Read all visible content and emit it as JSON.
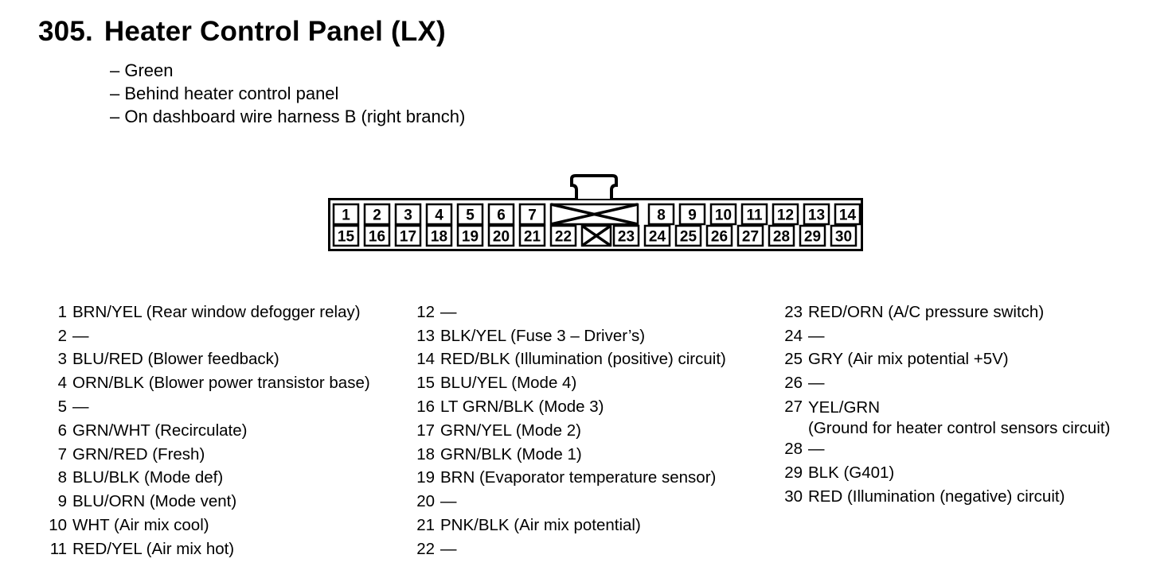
{
  "header": {
    "number": "305.",
    "title": "Heater Control Panel (LX)"
  },
  "notes": [
    "– Green",
    "– Behind heater control panel",
    "– On dashboard wire harness B (right branch)"
  ],
  "connector": {
    "top_row": [
      "1",
      "2",
      "3",
      "4",
      "5",
      "6",
      "7",
      "",
      "8",
      "9",
      "10",
      "11",
      "12",
      "13",
      "14"
    ],
    "bottom_row": [
      "15",
      "16",
      "17",
      "18",
      "19",
      "20",
      "21",
      "22",
      "",
      "23",
      "24",
      "25",
      "26",
      "27",
      "28",
      "29",
      "30"
    ]
  },
  "pins": [
    {
      "num": "1",
      "desc": "BRN/YEL (Rear window defogger relay)"
    },
    {
      "num": "2",
      "desc": "—"
    },
    {
      "num": "3",
      "desc": "BLU/RED (Blower feedback)"
    },
    {
      "num": "4",
      "desc": "ORN/BLK (Blower power transistor base)"
    },
    {
      "num": "5",
      "desc": "—"
    },
    {
      "num": "6",
      "desc": "GRN/WHT (Recirculate)"
    },
    {
      "num": "7",
      "desc": "GRN/RED (Fresh)"
    },
    {
      "num": "8",
      "desc": "BLU/BLK (Mode def)"
    },
    {
      "num": "9",
      "desc": "BLU/ORN (Mode vent)"
    },
    {
      "num": "10",
      "desc": "WHT (Air mix cool)"
    },
    {
      "num": "11",
      "desc": "RED/YEL (Air mix hot)"
    },
    {
      "num": "12",
      "desc": "—"
    },
    {
      "num": "13",
      "desc": "BLK/YEL (Fuse 3 – Driver’s)"
    },
    {
      "num": "14",
      "desc": "RED/BLK (Illumination (positive) circuit)"
    },
    {
      "num": "15",
      "desc": "BLU/YEL (Mode 4)"
    },
    {
      "num": "16",
      "desc": "LT GRN/BLK (Mode 3)"
    },
    {
      "num": "17",
      "desc": "GRN/YEL (Mode 2)"
    },
    {
      "num": "18",
      "desc": "GRN/BLK (Mode 1)"
    },
    {
      "num": "19",
      "desc": "BRN (Evaporator temperature sensor)"
    },
    {
      "num": "20",
      "desc": "—"
    },
    {
      "num": "21",
      "desc": "PNK/BLK (Air mix potential)"
    },
    {
      "num": "22",
      "desc": "—"
    },
    {
      "num": "23",
      "desc": "RED/ORN (A/C pressure switch)"
    },
    {
      "num": "24",
      "desc": "—"
    },
    {
      "num": "25",
      "desc": "GRY (Air mix potential +5V)"
    },
    {
      "num": "26",
      "desc": "—"
    },
    {
      "num": "27",
      "desc": "YEL/GRN",
      "desc2": "(Ground for heater control sensors circuit)"
    },
    {
      "num": "28",
      "desc": "—"
    },
    {
      "num": "29",
      "desc": "BLK (G401)"
    },
    {
      "num": "30",
      "desc": "RED (Illumination (negative) circuit)"
    }
  ]
}
